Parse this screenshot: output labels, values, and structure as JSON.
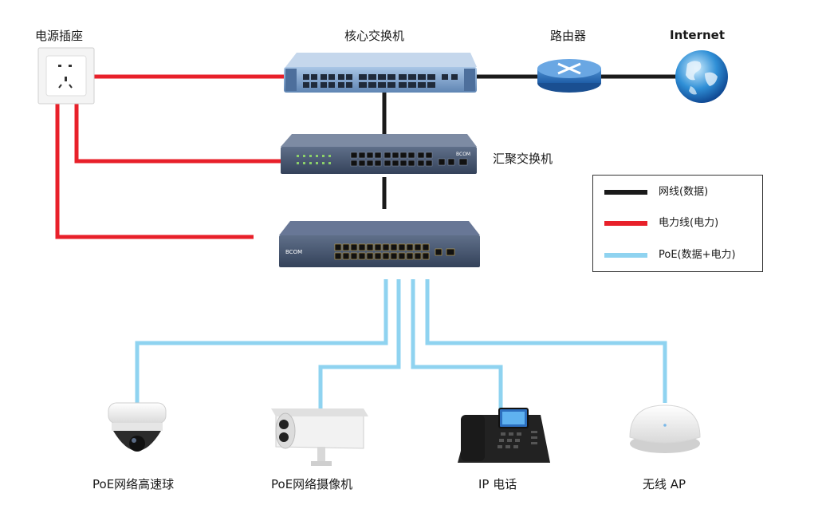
{
  "labels": {
    "power_socket": "电源插座",
    "core_switch": "核心交换机",
    "router": "路由器",
    "internet": "Internet",
    "aggregation_switch": "汇聚交换机",
    "poe_ptz_camera": "PoE网络高速球",
    "poe_bullet_camera": "PoE网络摄像机",
    "ip_phone": "IP 电话",
    "wireless_ap": "无线 AP"
  },
  "brand": {
    "switch_logo": "BCOM"
  },
  "legend": {
    "items": [
      {
        "label": "网线(数据)",
        "color": "#1a1a1a"
      },
      {
        "label": "电力线(电力)",
        "color": "#e8202a"
      },
      {
        "label": "PoE(数据+电力)",
        "color": "#8fd3f0"
      }
    ]
  },
  "colors": {
    "data_cable": "#1a1a1a",
    "power_cable": "#e8202a",
    "poe_cable": "#8fd3f0",
    "switch_body": "#3b4e6e",
    "core_switch_body": "#6c8fb8"
  }
}
